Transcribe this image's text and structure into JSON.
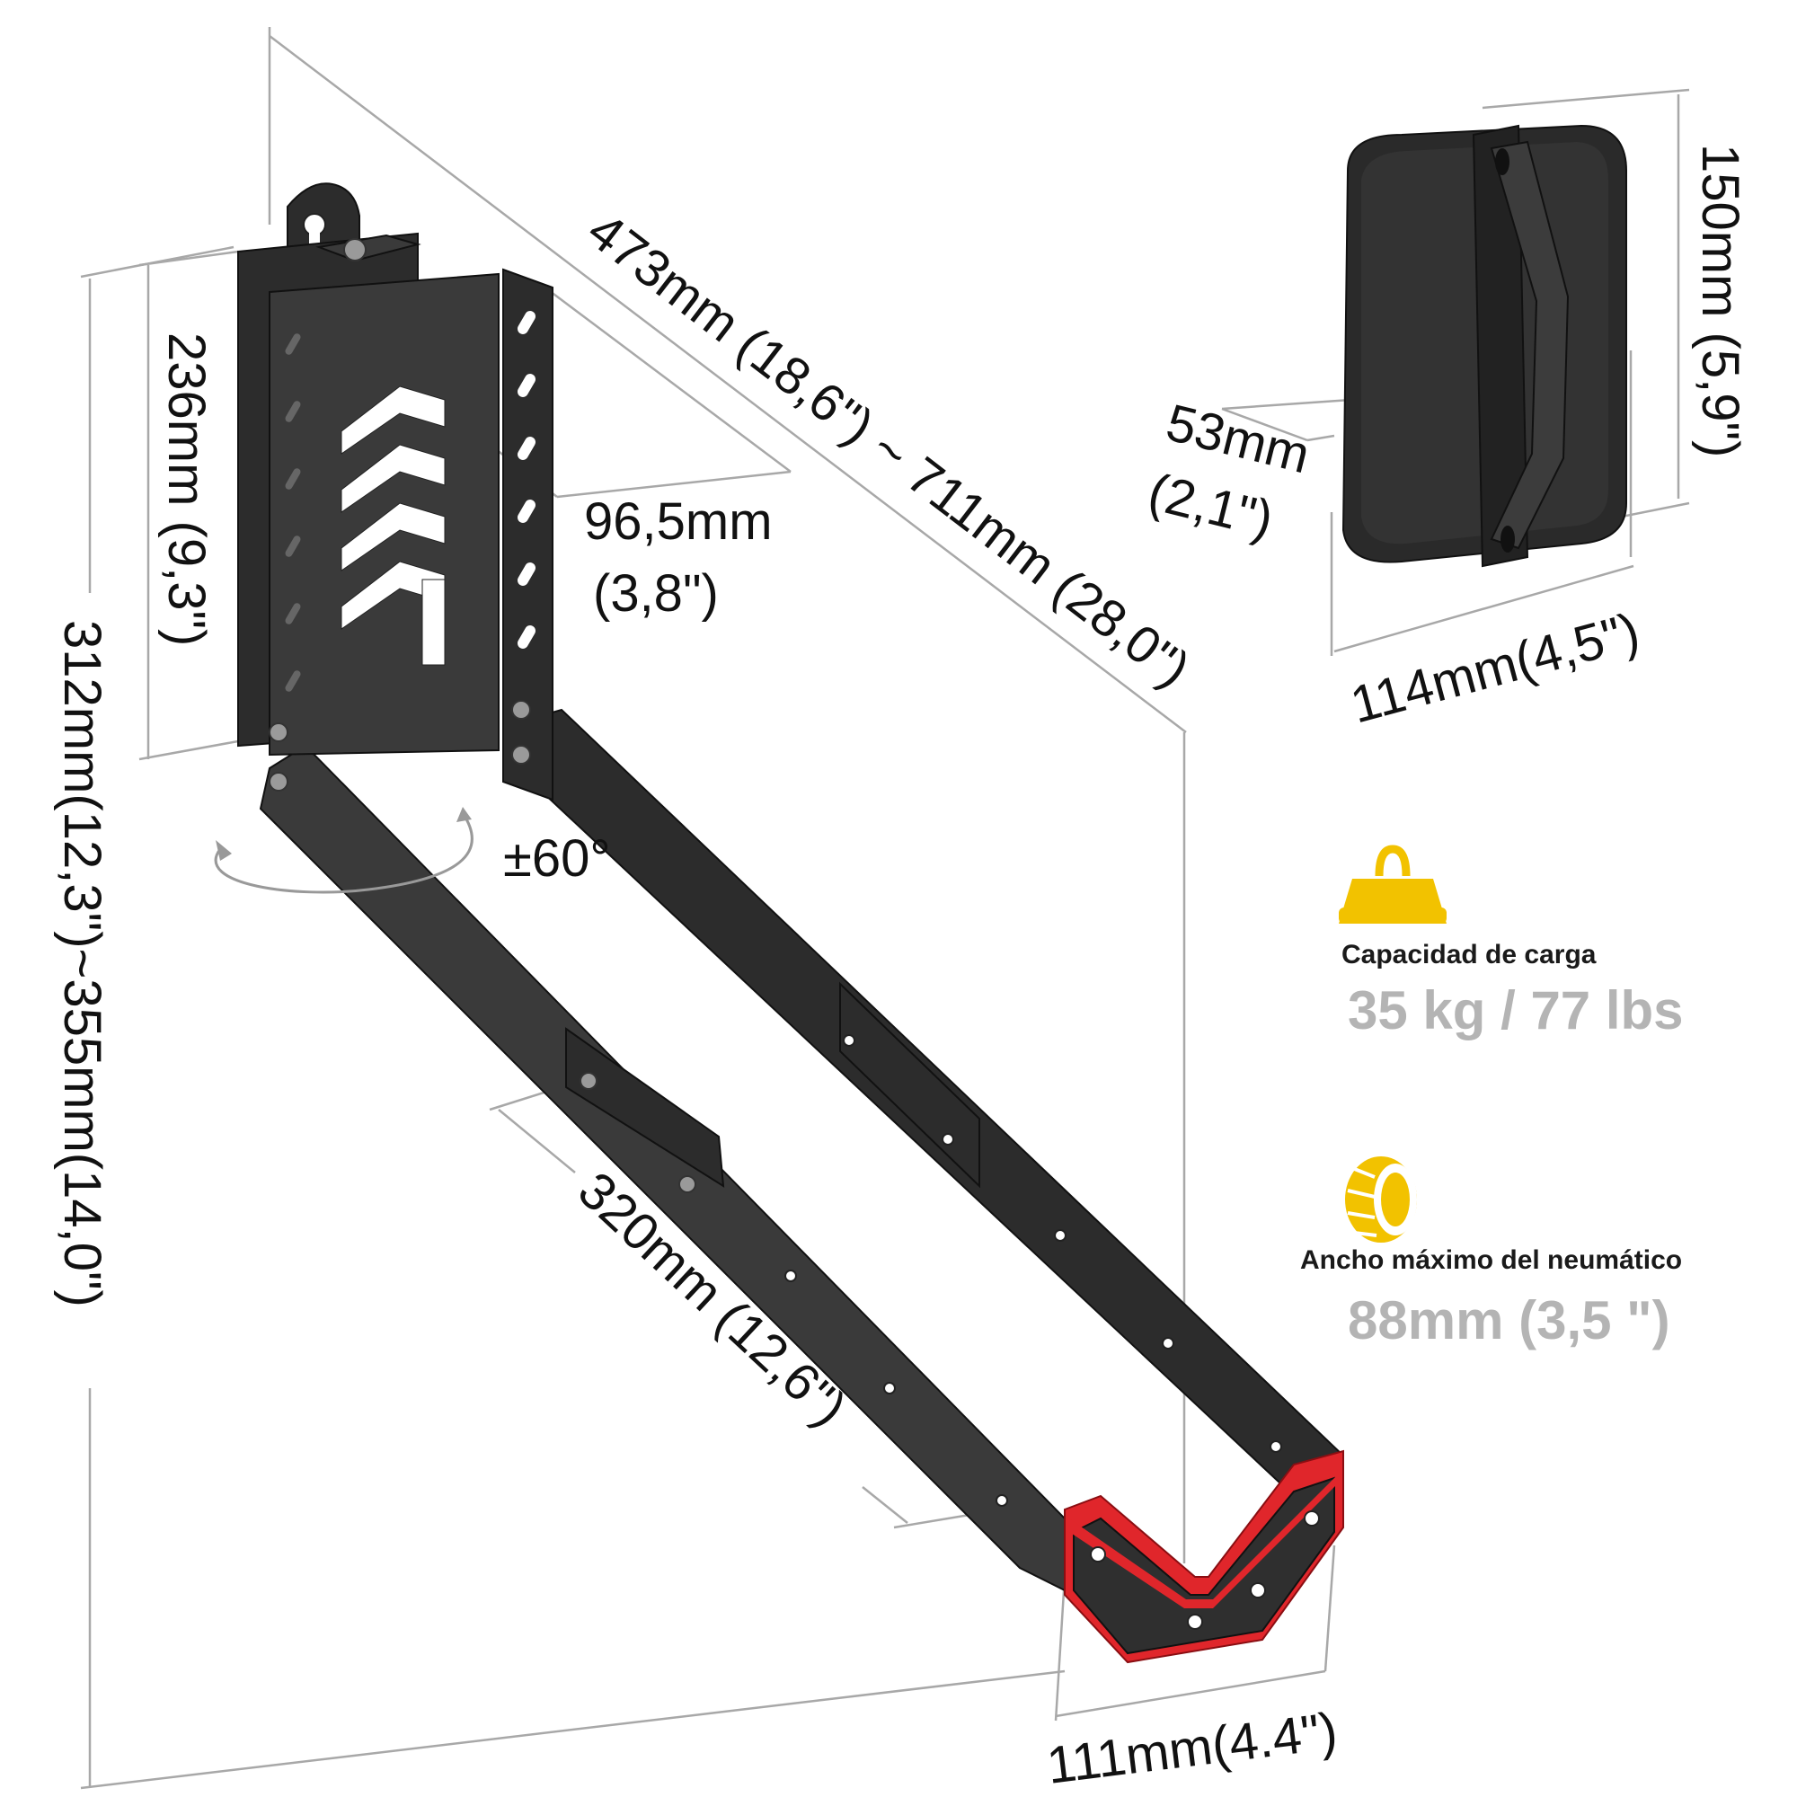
{
  "dimensions": {
    "arm_length": "473mm (18,6\") ~ 711mm (28,0\")",
    "bracket_height": "236mm (9,3\")",
    "total_height": "312mm(12,3\")~355mm(14,0\")",
    "bracket_depth_value": "96,5mm",
    "bracket_depth_inch": "(3,8\")",
    "rotation": "±60°",
    "extension": "320mm (12,6\")",
    "hook_width": "111mm(4.4\")",
    "pad_height": "150mm (5,9\")",
    "pad_width": "114mm(4,5\")",
    "pad_depth_value": "53mm",
    "pad_depth_inch": "(2,1\")"
  },
  "specs": {
    "load": {
      "icon": "weight-icon",
      "label": "Capacidad de carga",
      "value": "35 kg / 77 lbs"
    },
    "tire": {
      "icon": "tire-icon",
      "label": "Ancho máximo del neumático",
      "value": "88mm (3,5 \")"
    }
  },
  "colors": {
    "accent_yellow": "#f2c200",
    "hook_red": "#e0262b",
    "metal": "#2c2c2c",
    "value_gray": "#b4b4b4"
  }
}
